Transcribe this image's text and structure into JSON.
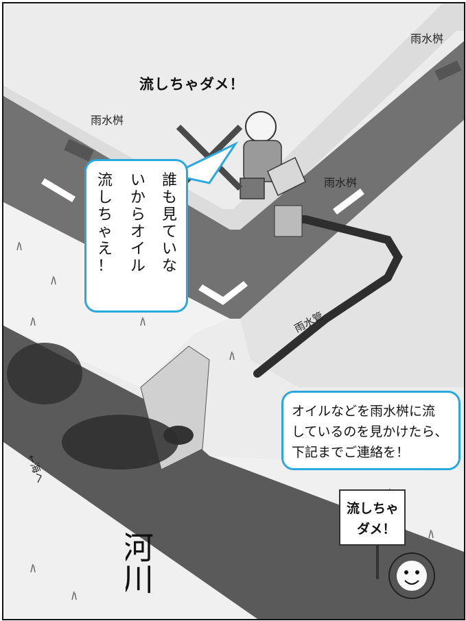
{
  "title": "流しちゃダメ！",
  "labels": {
    "catch_basin_1": "雨水桝",
    "catch_basin_2": "雨水桝",
    "catch_basin_3": "雨水桝",
    "rain_pipe": "雨水管",
    "to_sea": "←海へ",
    "river": "河川"
  },
  "bubble_vertical": {
    "col1": [
      "誰",
      "も",
      "見",
      "て",
      "い",
      "な"
    ],
    "col2": [
      "い",
      "か",
      "ら",
      "オ",
      "イ",
      "ル"
    ],
    "col3": [
      "流",
      "し",
      "ち",
      "ゃ",
      "え",
      "！"
    ]
  },
  "bubble_notice": {
    "line1": "オイルなどを雨水桝に流",
    "line2": "しているのを見かけたら、",
    "line3": "下記までご連絡を！"
  },
  "sign": {
    "line1": "流しちゃ",
    "line2": "ダメ！"
  },
  "colors": {
    "bubble_border": "#29a8e0",
    "road": "#6e6e6e",
    "river": "#5a5a5a",
    "oil": "#3a3a3a"
  }
}
